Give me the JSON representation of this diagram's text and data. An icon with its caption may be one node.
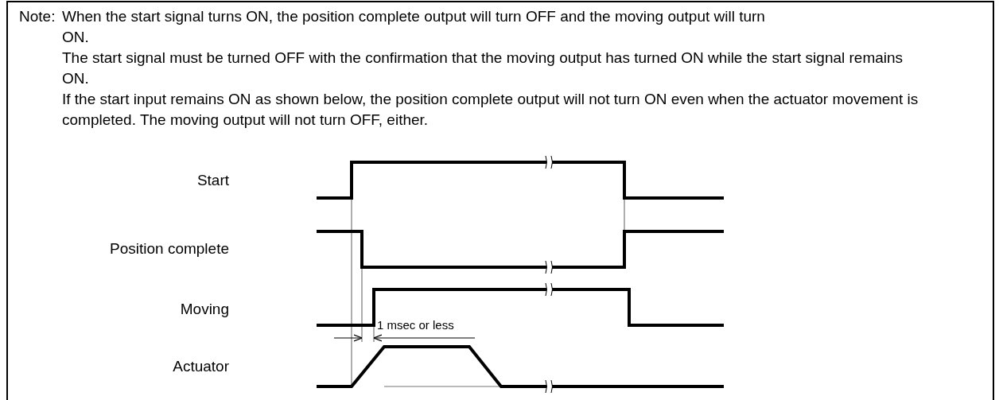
{
  "diagram": {
    "labels": [
      "Note:",
      "When the start signal turns ON, the position complete output will turn OFF and the moving output will turn ON.",
      "The start signal must be turned OFF with the confirmation that the moving output has turned ON while the start signal remains ON.",
      "If the start input remains ON as shown below, the position complete output will not turn ON even when the actuator movement is completed. The moving output will not turn OFF, either.",
      "Start",
      "Position complete",
      "Moving",
      "1 msec or less",
      "Actuator"
    ]
  }
}
